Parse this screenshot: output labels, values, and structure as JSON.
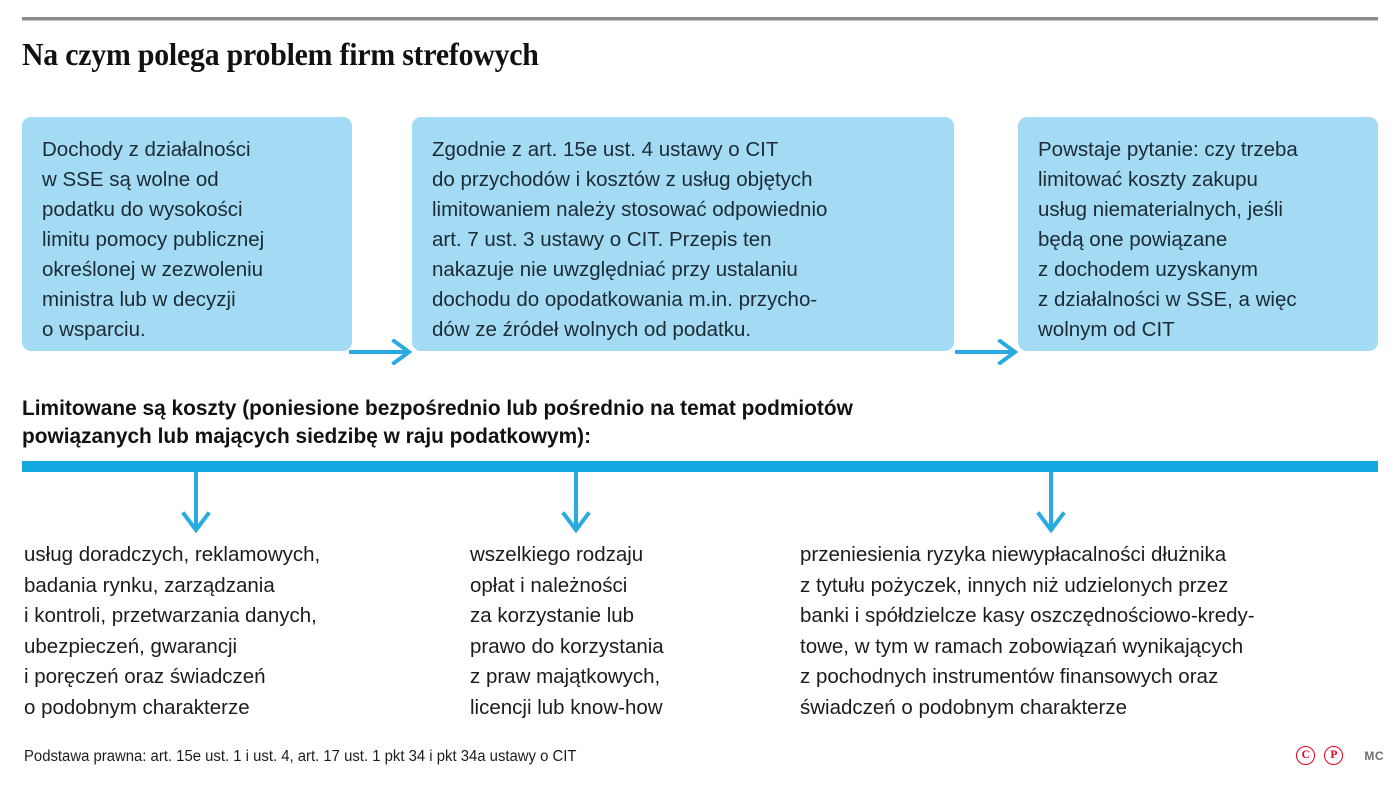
{
  "header": {
    "title": "Na czym polega problem firm strefowych",
    "rule_color": "#8b8b8b"
  },
  "colors": {
    "box_fill": "#a3dbf5",
    "accent_blue": "#15a8e0",
    "arrow_blue": "#29abe2",
    "mark_red": "#e1001a",
    "text": "#1c1c1c"
  },
  "flow": {
    "boxes": [
      {
        "id": "box-1",
        "text": "Dochody z działalności\nw SSE są wolne od\npodatku do wysokości\nlimitu pomocy publicznej\nokreślonej w zezwoleniu\nministra lub w decyzji\no wsparciu."
      },
      {
        "id": "box-2",
        "text": "Zgodnie z art. 15e ust. 4 ustawy o CIT\ndo przychodów i kosztów z usług objętych\nlimitowaniem należy stosować odpowiednio\nart. 7 ust. 3 ustawy o CIT. Przepis ten\nnakazuje nie uwzględniać przy ustalaniu\ndochodu do opodatkowania m.in. przycho-\ndów ze źródeł wolnych od podatku."
      },
      {
        "id": "box-3",
        "text": "Powstaje pytanie: czy trzeba\nlimitować koszty zakupu\nusług niematerialnych, jeśli\nbędą one powiązane\nz dochodem uzyskanym\nz działalności w SSE, a więc\nwolnym od CIT"
      }
    ],
    "arrows": [
      {
        "id": "h-arrow-1",
        "direction": "right"
      },
      {
        "id": "h-arrow-2",
        "direction": "right"
      }
    ]
  },
  "section": {
    "heading": "Limitowane są koszty (poniesione bezpośrednio lub pośrednio na temat podmiotów\npowiązanych lub mających siedzibę w raju podatkowym):",
    "down_arrows": [
      {
        "id": "v-arrow-1",
        "direction": "down"
      },
      {
        "id": "v-arrow-2",
        "direction": "down"
      },
      {
        "id": "v-arrow-3",
        "direction": "down"
      }
    ],
    "columns": [
      {
        "id": "column-1",
        "text": "usług doradczych, reklamowych,\nbadania rynku, zarządzania\ni kontroli, przetwarzania danych,\nubezpieczeń, gwarancji\ni poręczeń oraz świadczeń\no podobnym charakterze"
      },
      {
        "id": "column-2",
        "text": "wszelkiego rodzaju\nopłat i należności\nza korzystanie lub\nprawo do korzystania\nz praw majątkowych,\nlicencji lub know-how"
      },
      {
        "id": "column-3",
        "text": "przeniesienia ryzyka niewypłacalności dłużnika\nz tytułu pożyczek, innych niż udzielonych przez\nbanki i spółdzielcze kasy oszczędnościowo-kredy-\ntowe, w tym w ramach zobowiązań wynikających\nz pochodnych instrumentów finansowych oraz\nświadczeń o podobnym charakterze"
      }
    ]
  },
  "footer": {
    "legal_basis": "Podstawa prawna: art. 15e ust. 1 i ust. 4, art. 17 ust. 1 pkt 34 i pkt 34a ustawy o CIT",
    "copyright_mark": "C",
    "published_mark": "P",
    "author_initials": "MC"
  }
}
